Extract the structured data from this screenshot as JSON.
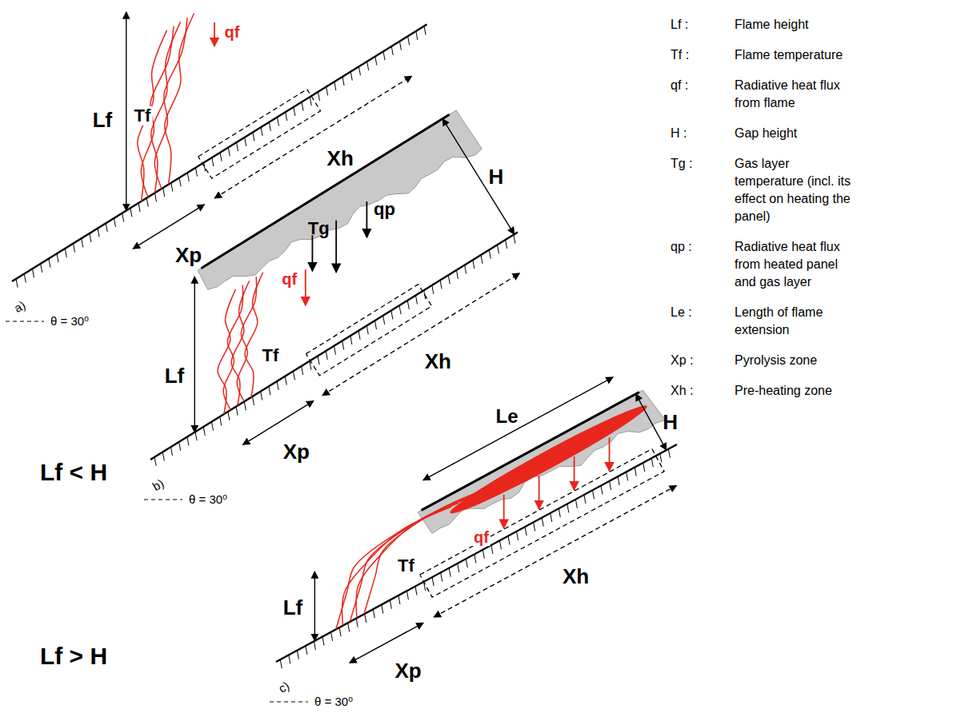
{
  "diagram": {
    "labels": [
      "Lf",
      "Tf",
      "qf",
      "Xh",
      "Xp",
      "a)",
      "θ = 30⁰",
      "H",
      "Tg",
      "qp",
      "qf",
      "Lf",
      "Tf",
      "Lf < H",
      "Xh",
      "Xp",
      "b)",
      "θ = 30⁰",
      "Le",
      "H",
      "qf",
      "Tf",
      "Lf",
      "Lf > H",
      "Xh",
      "Xp",
      "c)",
      "θ = 30⁰",
      "Lf :",
      "Flame height",
      "Tf :",
      "Flame temperature",
      "qf :",
      "Radiative heat flux from flame",
      "H :",
      "Gap height",
      "Tg :",
      "Gas layer temperature (incl. its effect on heating the panel)",
      "qp :",
      "Radiative heat flux from heated panel and gas layer",
      "Le :",
      "Length of flame extension",
      "Xp :",
      "Pyrolysis zone",
      "Xh :",
      "Pre-heating zone"
    ]
  }
}
